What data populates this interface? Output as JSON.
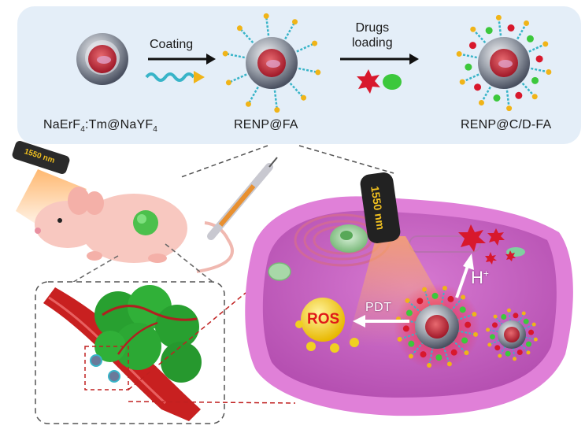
{
  "top_panel": {
    "step1_label": "Coating",
    "step2_label_line1": "Drugs",
    "step2_label_line2": "loading",
    "core_name_parts": [
      "NaErF",
      "4",
      ":Tm@NaYF",
      "4"
    ],
    "intermediate_name": "RENP@FA",
    "final_name": "RENP@C/D-FA"
  },
  "lasers": {
    "small_laser_label": "1550 nm",
    "large_laser_label": "1550 nm"
  },
  "cell": {
    "ros_label": "ROS",
    "pdt_label": "PDT",
    "h_label": "H",
    "h_charge": "+"
  },
  "colors": {
    "panel_bg": "#e4eef8",
    "cell_body": "#c866c4",
    "cell_membrane": "#e080d8",
    "drug_red": "#d8182c",
    "drug_green": "#3cc83c",
    "ligand_teal": "#38b4c8",
    "ligand_tip": "#f0b418",
    "vessel_red": "#c82020",
    "tumor_green": "#28a030"
  }
}
